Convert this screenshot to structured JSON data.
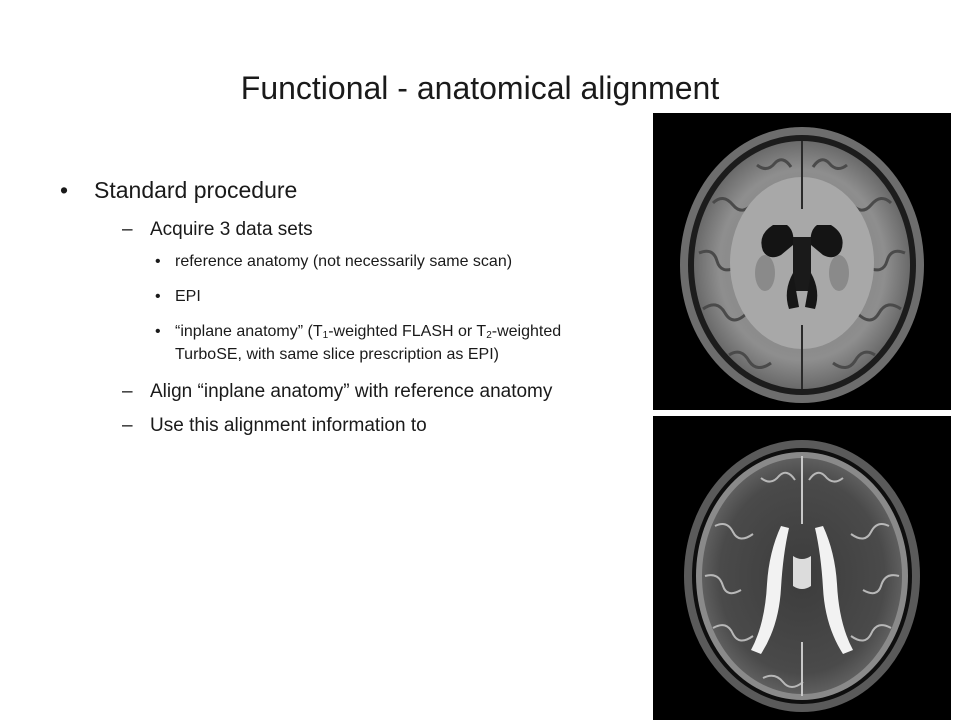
{
  "slide": {
    "title": "Functional - anatomical alignment",
    "bullet_marker": "•",
    "dash_marker": "–",
    "level1": {
      "text": "Standard procedure"
    },
    "item_acquire": {
      "text": "Acquire 3 data sets"
    },
    "sub_reference": {
      "text": "reference anatomy (not necessarily same scan)"
    },
    "sub_epi": {
      "text": "EPI"
    },
    "sub_inplane": {
      "part1": "“inplane anatomy” (T",
      "sub1": "1",
      "part2": "-weighted FLASH or T",
      "sub2": "2",
      "part3": "-weighted TurboSE, with same slice prescription as EPI)"
    },
    "item_align": {
      "text": "Align “inplane anatomy” with reference anatomy"
    },
    "item_use": {
      "text": "Use this alignment information to"
    }
  },
  "images": {
    "top": "t1-weighted-brain-axial-mri",
    "bottom": "t2-weighted-brain-axial-mri"
  }
}
